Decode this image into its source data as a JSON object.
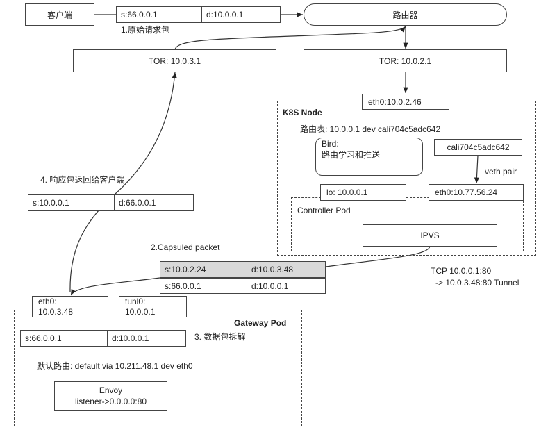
{
  "client": "客户端",
  "router": "路由器",
  "packet1": {
    "src": "s:66.0.0.1",
    "dst": "d:10.0.0.1",
    "label": "1.原始请求包"
  },
  "tor_left": "TOR: 10.0.3.1",
  "tor_right": "TOR: 10.0.2.1",
  "k8s_node": {
    "title": "K8S Node",
    "eth0": "eth0:10.0.2.46",
    "route_table": "路由表: 10.0.0.1 dev cali704c5adc642",
    "bird_line1": "Bird:",
    "bird_line2": "路由学习和推送",
    "cali": "cali704c5adc642",
    "veth": "veth pair",
    "lo": "lo: 10.0.0.1",
    "pod_eth0": "eth0:10.77.56.24",
    "controller_pod": "Controller Pod",
    "ipvs": "IPVS"
  },
  "tcp_line1": "TCP  10.0.0.1:80",
  "tcp_line2": "-> 10.0.3.48:80 Tunnel",
  "packet2": {
    "label": "2.Capsuled packet",
    "outer_src": "s:10.0.2.24",
    "outer_dst": "d:10.0.3.48",
    "inner_src": "s:66.0.0.1",
    "inner_dst": "d:10.0.0.1"
  },
  "packet4": {
    "label": "4. 响应包返回给客户端",
    "src": "s:10.0.0.1",
    "dst": "d:66.0.0.1"
  },
  "gateway_pod": {
    "title": "Gateway Pod",
    "eth0_line1": "eth0:",
    "eth0_line2": "10.0.3.48",
    "tunl0_line1": "tunl0:",
    "tunl0_line2": "10.0.0.1",
    "packet_src": "s:66.0.0.1",
    "packet_dst": "d:10.0.0.1",
    "packet_label": "3. 数据包拆解",
    "default_route": "默认路由: default via 10.211.48.1 dev eth0",
    "envoy_line1": "Envoy",
    "envoy_line2": "listener->0.0.0.0:80"
  },
  "colors": {
    "header_cell": "#d9d9d9",
    "line": "#444444"
  }
}
